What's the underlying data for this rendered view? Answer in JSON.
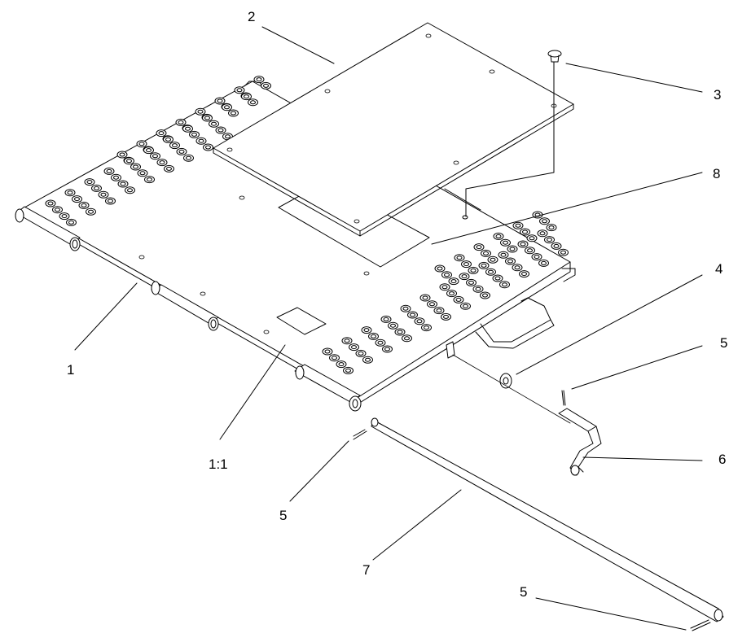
{
  "diagram": {
    "callouts": {
      "c1": "1",
      "c1_1": "1:1",
      "c2": "2",
      "c3": "3",
      "c4": "4",
      "c5a": "5",
      "c5b": "5",
      "c5c": "5",
      "c6": "6",
      "c7": "7",
      "c8": "8"
    }
  }
}
